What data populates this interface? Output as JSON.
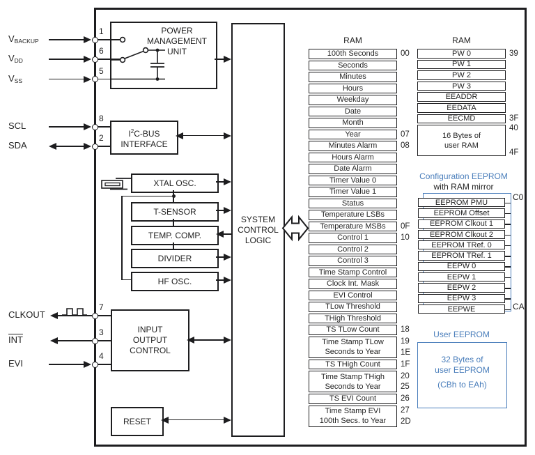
{
  "diagram": {
    "pins": [
      {
        "id": "vbackup",
        "base": "V",
        "sub": "BACKUP",
        "number": "1",
        "direction": "input"
      },
      {
        "id": "vdd",
        "base": "V",
        "sub": "DD",
        "number": "6",
        "direction": "input"
      },
      {
        "id": "vss",
        "base": "V",
        "sub": "SS",
        "number": "5",
        "direction": "input"
      },
      {
        "id": "scl",
        "base": "SCL",
        "number": "8",
        "direction": "input"
      },
      {
        "id": "sda",
        "base": "SDA",
        "number": "2",
        "direction": "bidirectional"
      },
      {
        "id": "clkout",
        "base": "CLKOUT",
        "number": "7",
        "direction": "output",
        "waveform": "clock-signal"
      },
      {
        "id": "int",
        "base": "INT",
        "overline": true,
        "number": "3",
        "direction": "output"
      },
      {
        "id": "evi",
        "base": "EVI",
        "number": "4",
        "direction": "input"
      }
    ],
    "blocks": {
      "pmu": {
        "lines": [
          "POWER",
          "MANAGEMENT",
          "UNIT"
        ]
      },
      "i2c": {
        "pre": "I",
        "sup": "2",
        "post": "C-BUS",
        "line2": "INTERFACE"
      },
      "xtal_osc": {
        "label": "XTAL OSC."
      },
      "t_sensor": {
        "label": "T-SENSOR"
      },
      "temp_comp": {
        "label": "TEMP. COMP."
      },
      "divider": {
        "label": "DIVIDER"
      },
      "hf_osc": {
        "label": "HF OSC."
      },
      "system_control_logic": {
        "lines": [
          "SYSTEM",
          "CONTROL",
          "LOGIC"
        ]
      },
      "io_control": {
        "lines": [
          "INPUT",
          "OUTPUT",
          "CONTROL"
        ]
      },
      "reset": {
        "label": "RESET"
      }
    },
    "ram_main": {
      "title": "RAM",
      "rows": [
        {
          "lines": [
            "100th Seconds"
          ],
          "addrs": [
            "00"
          ]
        },
        {
          "lines": [
            "Seconds"
          ]
        },
        {
          "lines": [
            "Minutes"
          ]
        },
        {
          "lines": [
            "Hours"
          ]
        },
        {
          "lines": [
            "Weekday"
          ]
        },
        {
          "lines": [
            "Date"
          ]
        },
        {
          "lines": [
            "Month"
          ]
        },
        {
          "lines": [
            "Year"
          ],
          "addrs": [
            "07"
          ]
        },
        {
          "lines": [
            "Minutes Alarm"
          ],
          "addrs": [
            "08"
          ]
        },
        {
          "lines": [
            "Hours Alarm"
          ]
        },
        {
          "lines": [
            "Date Alarm"
          ]
        },
        {
          "lines": [
            "Timer Value 0"
          ]
        },
        {
          "lines": [
            "Timer Value 1"
          ]
        },
        {
          "lines": [
            "Status"
          ]
        },
        {
          "lines": [
            "Temperature LSBs"
          ]
        },
        {
          "lines": [
            "Temperature MSBs"
          ],
          "addrs": [
            "0F"
          ]
        },
        {
          "lines": [
            "Control 1"
          ],
          "addrs": [
            "10"
          ]
        },
        {
          "lines": [
            "Control 2"
          ]
        },
        {
          "lines": [
            "Control 3"
          ]
        },
        {
          "lines": [
            "Time Stamp Control"
          ]
        },
        {
          "lines": [
            "Clock Int. Mask"
          ]
        },
        {
          "lines": [
            "EVI Control"
          ]
        },
        {
          "lines": [
            "TLow Threshold"
          ]
        },
        {
          "lines": [
            "THigh Threshold"
          ]
        },
        {
          "lines": [
            "TS TLow Count"
          ],
          "addrs": [
            "18"
          ]
        },
        {
          "lines": [
            "Time Stamp TLow",
            "Seconds to Year"
          ],
          "addrs": [
            "19",
            "1E"
          ]
        },
        {
          "lines": [
            "TS THigh Count"
          ],
          "addrs": [
            "1F"
          ]
        },
        {
          "lines": [
            "Time Stamp THigh",
            "Seconds to Year"
          ],
          "addrs": [
            "20",
            "25"
          ]
        },
        {
          "lines": [
            "TS EVI Count"
          ],
          "addrs": [
            "26"
          ]
        },
        {
          "lines": [
            "Time Stamp EVI",
            "100th Secs. to Year"
          ],
          "addrs": [
            "27",
            "2D"
          ]
        }
      ]
    },
    "ram_right": {
      "title": "RAM",
      "rows": [
        {
          "lines": [
            "PW 0"
          ],
          "addrs": [
            "39"
          ]
        },
        {
          "lines": [
            "PW 1"
          ]
        },
        {
          "lines": [
            "PW 2"
          ]
        },
        {
          "lines": [
            "PW 3"
          ]
        },
        {
          "lines": [
            "EEADDR"
          ]
        },
        {
          "lines": [
            "EEDATA"
          ]
        },
        {
          "lines": [
            "EECMD"
          ],
          "addrs": [
            "3F"
          ]
        },
        {
          "lines": [
            "16 Bytes of",
            "user RAM"
          ],
          "addrs": [
            "40",
            "4F"
          ],
          "units": 3,
          "addr_mode": "ends"
        }
      ]
    },
    "config_eeprom": {
      "title": "Configuration EEPROM",
      "subtitle": "with RAM mirror",
      "addr_top": "C0",
      "addr_bottom": "CA",
      "rows": [
        "EEPROM PMU",
        "EEPROM Offset",
        "EEPROM Clkout 1",
        "EEPROM Clkout 2",
        "EEPROM TRef. 0",
        "EEPROM TRef. 1",
        "EEPW 0",
        "EEPW 1",
        "EEPW 2",
        "EEPW 3",
        "EEPWE"
      ]
    },
    "user_eeprom": {
      "title": "User EEPROM",
      "lines": [
        "32 Bytes of",
        "user EEPROM"
      ],
      "note": "(CBh to EAh)"
    },
    "colors": {
      "accent_blue": "#4a7ebb",
      "line": "#1d1d1f"
    }
  }
}
